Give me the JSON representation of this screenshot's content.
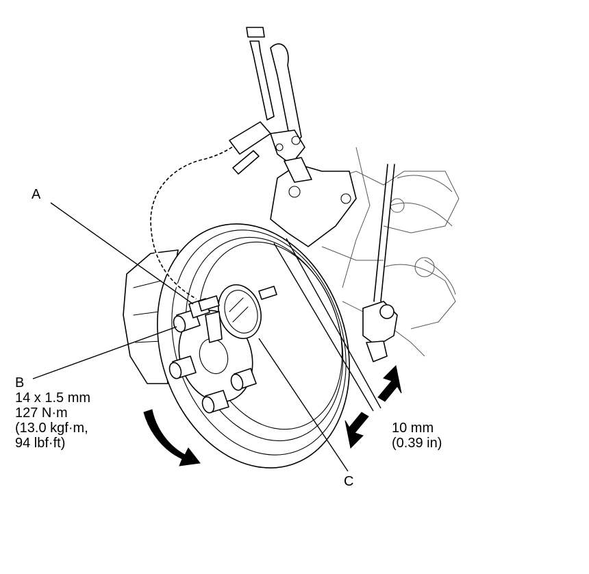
{
  "callouts": {
    "a": {
      "letter": "A"
    },
    "b": {
      "letter": "B",
      "lines": [
        "14 x 1.5 mm",
        "127 N·m",
        "(13.0 kgf·m,",
        "94 lbf·ft)"
      ]
    },
    "c": {
      "letter": "C"
    },
    "dim": {
      "lines": [
        "10 mm",
        "(0.39 in)"
      ]
    }
  },
  "icons": [
    "dial-indicator-icon",
    "locking-pliers-icon",
    "rotation-arrow-icon",
    "measure-arrow-icon"
  ]
}
